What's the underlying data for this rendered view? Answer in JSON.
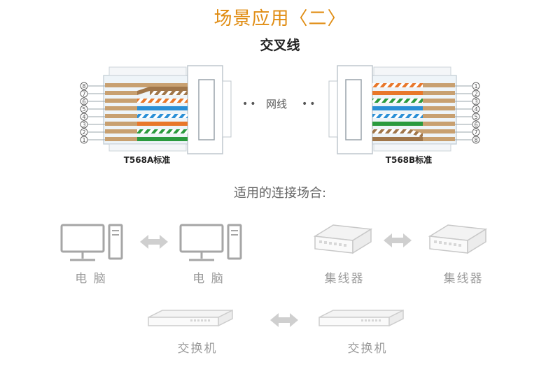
{
  "title": "场景应用〈二〉",
  "subtitle": "交叉线",
  "left_connector": {
    "caption": "T568A标准",
    "pin_numbers": [
      "1",
      "2",
      "3",
      "4",
      "5",
      "6",
      "7",
      "8"
    ]
  },
  "right_connector": {
    "caption": "T568B标准",
    "pin_numbers": [
      "1",
      "2",
      "3",
      "4",
      "5",
      "6",
      "7",
      "8"
    ]
  },
  "middle": {
    "dots_left": "••",
    "label": "网线",
    "dots_right": "••"
  },
  "usage_title": "适用的连接场合:",
  "devices": {
    "pc_left": "电  脑",
    "pc_right": "电  脑",
    "hub_left": "集线器",
    "hub_right": "集线器",
    "switch_left": "交换机",
    "switch_right": "交换机"
  },
  "colors": {
    "title": "#e08c12",
    "brown": "#a0764a",
    "orange": "#e8772a",
    "blue": "#2a8fd6",
    "green": "#2a9a3e",
    "tan": "#c8a070"
  }
}
